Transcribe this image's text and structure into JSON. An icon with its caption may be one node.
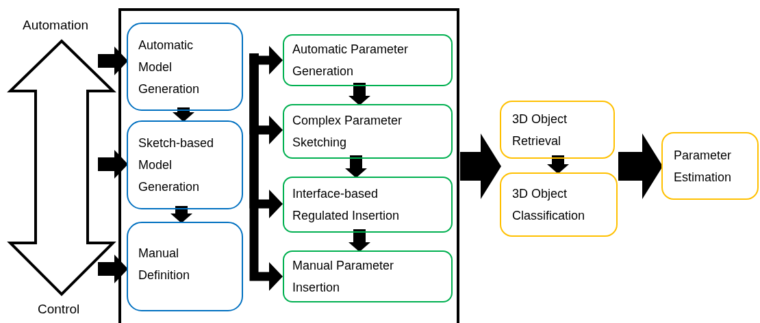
{
  "diagram": {
    "nodes": [
      {
        "text": [],
        "shape": "box"
      },
      {
        "text": [
          "Automatic Model Generation"
        ],
        "in": 0
      },
      {
        "text": [
          "Sketch-based Model Generation"
        ],
        "in": 0
      },
      {
        "text": [
          "Manual Definition"
        ],
        "in": 0
      },
      {
        "text": [
          "Automatic Parameter Generation"
        ],
        "in": 0
      },
      {
        "text": [
          "Complex Parameter Sketching"
        ],
        "in": 0
      },
      {
        "text": [
          "Interface-based Regulated Insertion"
        ],
        "in": 0
      },
      {
        "text": [
          "Manual Parameter Insertion"
        ],
        "in": 0
      },
      {
        "text": [
          "3D Object Retrieval"
        ]
      },
      {
        "text": [
          "3D Object Classification"
        ]
      },
      {
        "text": [
          "Parameter Estimation"
        ]
      }
    ],
    "edges": [
      {
        "from": null,
        "to": 1,
        "arrow": "to"
      },
      {
        "from": null,
        "to": 2,
        "arrow": "to"
      },
      {
        "from": null,
        "to": 3,
        "arrow": "to"
      },
      {
        "from": 1,
        "to": 2,
        "arrow": "to"
      },
      {
        "from": 2,
        "to": 3,
        "arrow": "to"
      },
      {
        "from": null,
        "to": 4,
        "arrow": "to"
      },
      {
        "from": null,
        "to": 5,
        "arrow": "to"
      },
      {
        "from": null,
        "to": 6,
        "arrow": "to"
      },
      {
        "from": null,
        "to": 7,
        "arrow": "to"
      },
      {
        "from": 4,
        "to": 5,
        "arrow": "to"
      },
      {
        "from": 5,
        "to": 6,
        "arrow": "to"
      },
      {
        "from": 6,
        "to": 7,
        "arrow": "to"
      },
      {
        "from": 0,
        "to": 9,
        "arrow": "to",
        "style": "thick"
      },
      {
        "from": 8,
        "to": 9,
        "arrow": "to"
      },
      {
        "from": 9,
        "to": 10,
        "arrow": "to",
        "style": "thick"
      }
    ],
    "labels": [
      "Automation",
      "Control"
    ]
  }
}
